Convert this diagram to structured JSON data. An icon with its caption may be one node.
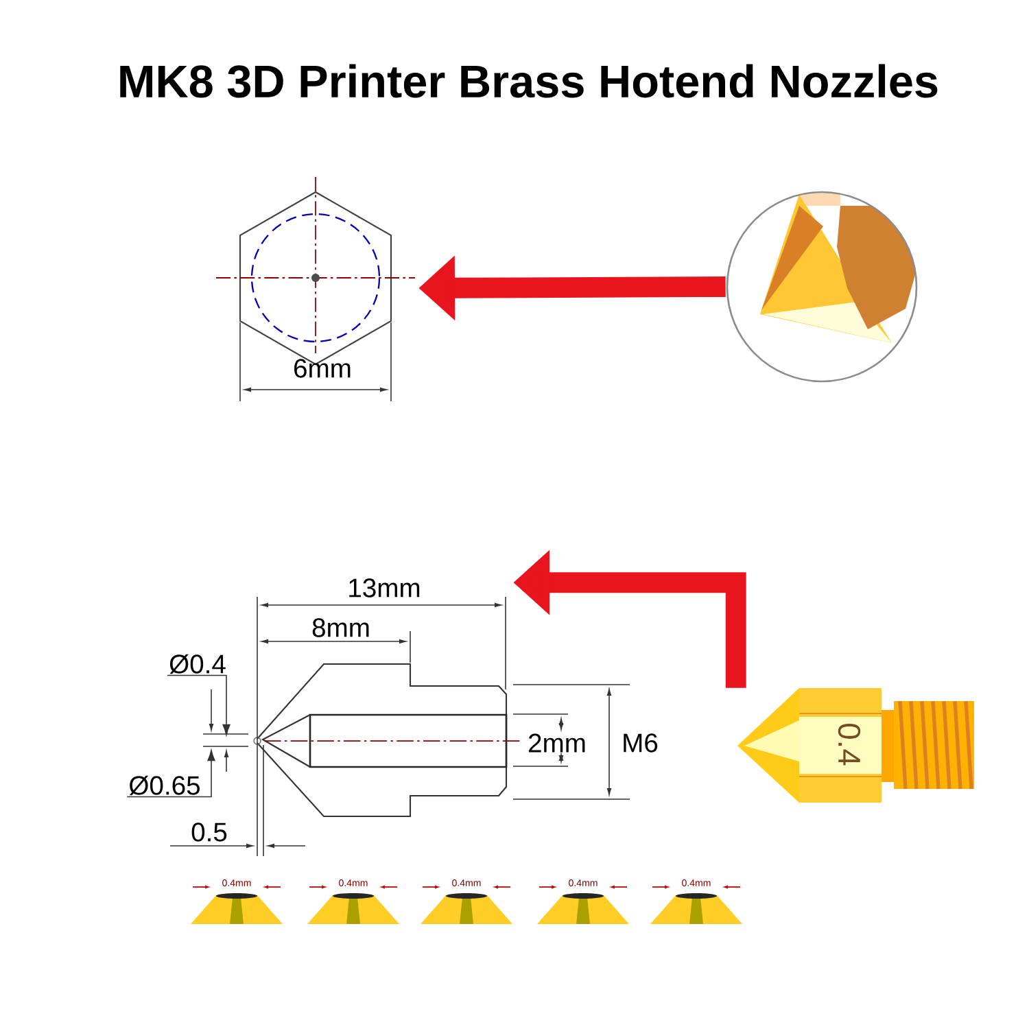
{
  "diagram": {
    "title": "MK8 3D Printer Brass Hotend Nozzles",
    "nodes": [
      {
        "text": [],
        "shape": "picture"
      },
      {
        "text": [],
        "shape": "picture"
      },
      {
        "text": [],
        "shape": "picture"
      },
      {
        "text": [],
        "shape": "picture"
      },
      {
        "text": [
          "Ø0.4"
        ]
      },
      {
        "text": [
          "Ø0.65"
        ]
      }
    ],
    "edges": [
      {
        "from": 1,
        "to": 0,
        "arrow": "to",
        "style": "thick",
        "color": "#e8141e"
      },
      {
        "from": 3,
        "to": 2,
        "arrow": "to",
        "style": "thick",
        "color": "#e8141e"
      },
      {
        "from": 4,
        "to": null,
        "arrow": "to",
        "color": "#333333"
      },
      {
        "from": 5,
        "to": null,
        "arrow": "to",
        "color": "#333333"
      }
    ],
    "labels": [
      "6mm",
      "13mm",
      "8mm",
      "2mm",
      "M6",
      "0.4",
      "0.5",
      "0.4mm",
      "0.4mm",
      "0.4mm",
      "0.4mm",
      "0.4mm"
    ]
  }
}
